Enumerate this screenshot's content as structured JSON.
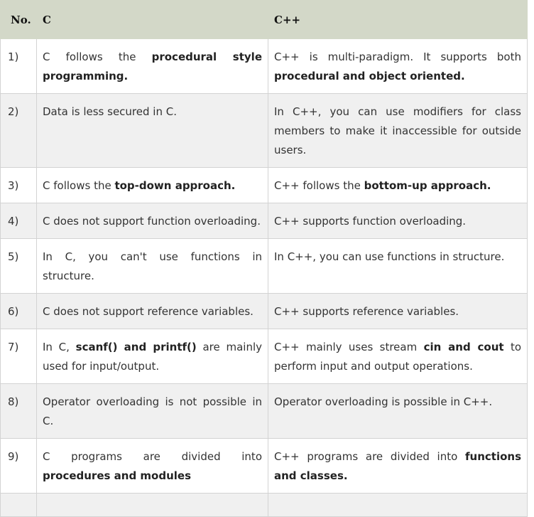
{
  "table": {
    "headers": [
      "No.",
      "C",
      "C++"
    ],
    "rows": [
      {
        "no": "1)",
        "c": [
          {
            "t": "C follows the "
          },
          {
            "t": "procedural style programming.",
            "b": true
          }
        ],
        "cpp": [
          {
            "t": "C++ is multi-paradigm. It supports both "
          },
          {
            "t": "procedural and object oriented.",
            "b": true
          }
        ]
      },
      {
        "no": "2)",
        "c": [
          {
            "t": "Data is less secured in C."
          }
        ],
        "cpp": [
          {
            "t": "In C++, you can use modifiers for class members to make it inaccessible for outside users."
          }
        ]
      },
      {
        "no": "3)",
        "c": [
          {
            "t": "C follows the "
          },
          {
            "t": "top-down approach.",
            "b": true
          }
        ],
        "cpp": [
          {
            "t": "C++ follows the "
          },
          {
            "t": "bottom-up approach.",
            "b": true
          }
        ]
      },
      {
        "no": "4)",
        "c": [
          {
            "t": "C does not support function overloading."
          }
        ],
        "cpp": [
          {
            "t": "C++ supports function overloading."
          }
        ]
      },
      {
        "no": "5)",
        "c": [
          {
            "t": "In C, you can't use functions in structure."
          }
        ],
        "cpp": [
          {
            "t": "In C++, you can use functions in structure."
          }
        ]
      },
      {
        "no": "6)",
        "c": [
          {
            "t": "C does not support reference variables."
          }
        ],
        "cpp": [
          {
            "t": "C++ supports reference variables."
          }
        ]
      },
      {
        "no": "7)",
        "c": [
          {
            "t": "In C, "
          },
          {
            "t": "scanf() and printf()",
            "b": true
          },
          {
            "t": " are mainly used for input/output."
          }
        ],
        "cpp": [
          {
            "t": "C++ mainly uses stream "
          },
          {
            "t": "cin and cout",
            "b": true
          },
          {
            "t": " to perform input and output operations."
          }
        ]
      },
      {
        "no": "8)",
        "c": [
          {
            "t": "Operator overloading is not possible in C."
          }
        ],
        "cpp": [
          {
            "t": "Operator overloading is possible in C++."
          }
        ]
      },
      {
        "no": "9)",
        "c": [
          {
            "t": "C programs are divided into "
          },
          {
            "t": "procedures and modules",
            "b": true
          }
        ],
        "cpp": [
          {
            "t": "C++ programs are divided into "
          },
          {
            "t": "functions and classes.",
            "b": true
          }
        ]
      }
    ]
  }
}
